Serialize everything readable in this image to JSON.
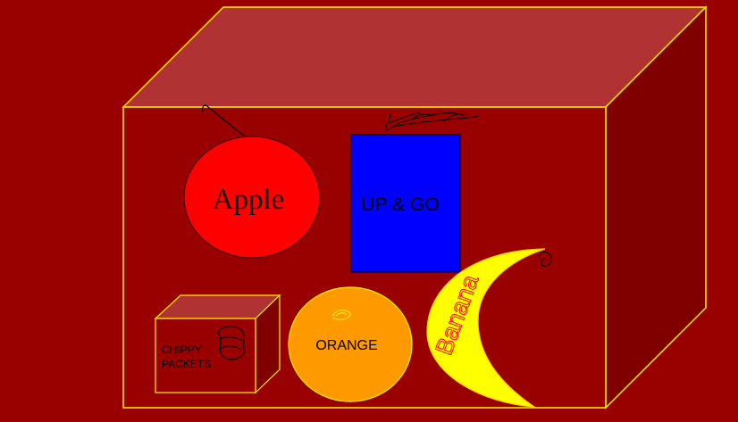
{
  "colors": {
    "background": "#990000",
    "box_front": "#990000",
    "box_top": "#b03232",
    "box_side": "#800000",
    "box_outline": "#ffee00",
    "apple_fill": "#ff0000",
    "upgo_fill": "#0000ff",
    "orange_fill": "#ff9900",
    "banana_fill": "#ffff00",
    "banana_text": "#ff0000"
  },
  "items": {
    "apple": {
      "label": "Apple",
      "icon": "apple-icon"
    },
    "upgo": {
      "label": "UP & GO",
      "icon": "drink-carton-icon"
    },
    "orange": {
      "label": "ORANGE",
      "icon": "orange-icon"
    },
    "banana": {
      "label": "Banana",
      "icon": "banana-icon"
    },
    "chippy": {
      "label_line1": "CHIPPY",
      "label_line2": "PACKETS",
      "icon": "chip-packet-icon"
    }
  }
}
